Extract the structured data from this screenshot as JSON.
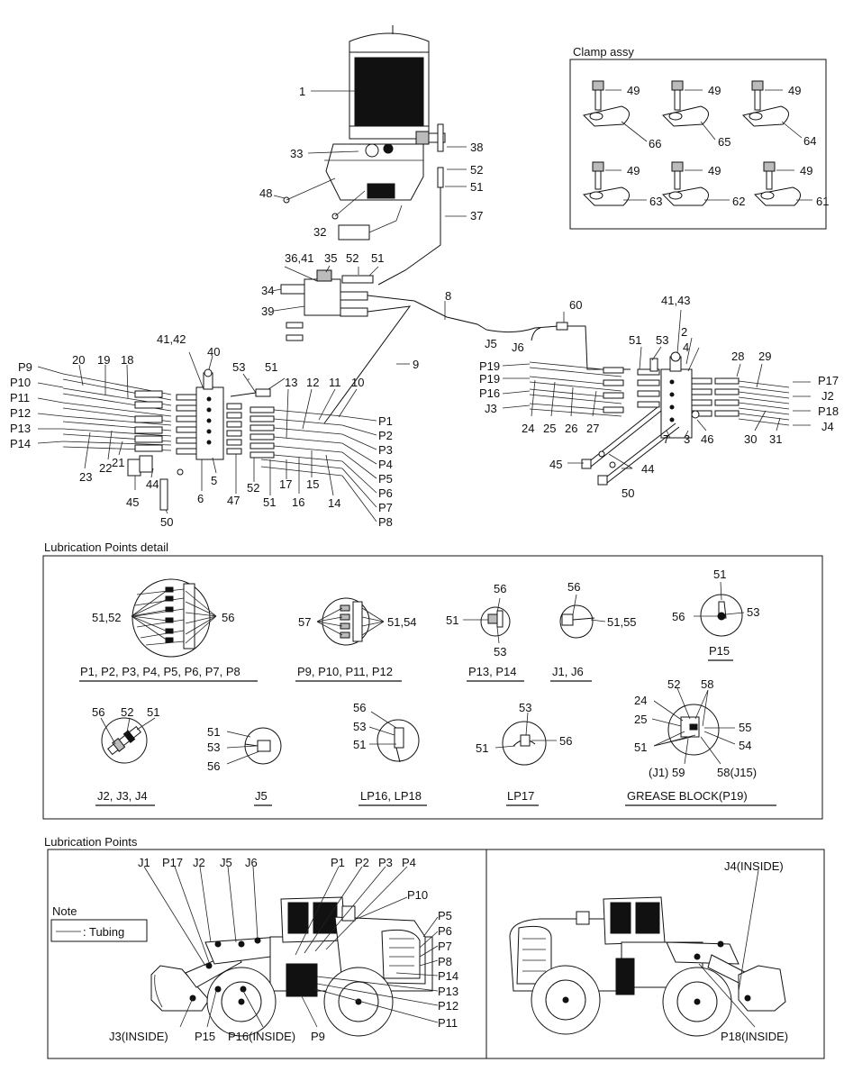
{
  "sections": {
    "clamp": "Clamp assy",
    "detail": "Lubrication Points detail",
    "points": "Lubrication Points"
  },
  "clamp_labels": {
    "b1": "49",
    "b2": "49",
    "b3": "49",
    "b4": "49",
    "b5": "49",
    "b6": "49",
    "c1": "66",
    "c2": "65",
    "c3": "64",
    "c4": "63",
    "c5": "62",
    "c6": "61"
  },
  "pump_labels": {
    "l1": "1",
    "l33": "33",
    "l38": "38",
    "l52a": "52",
    "l51a": "51",
    "l48": "48",
    "l37": "37",
    "l32": "32",
    "l3641": "36,41",
    "l35": "35",
    "l52b": "52",
    "l51b": "51",
    "l34": "34",
    "l39": "39",
    "l8": "8",
    "l9": "9",
    "lJ5": "J5"
  },
  "left_labels": {
    "lP9": "P9",
    "lP10": "P10",
    "lP11": "P11",
    "lP12": "P12",
    "lP13": "P13",
    "lP14": "P14",
    "l20": "20",
    "l19": "19",
    "l18": "18",
    "l4142": "41,42",
    "l40": "40",
    "l53": "53",
    "l51": "51",
    "l13": "13",
    "l12": "12",
    "l11": "11",
    "l10": "10",
    "lP1": "P1",
    "lP2": "P2",
    "lP3": "P3",
    "lP4": "P4",
    "lP5": "P5",
    "lP6": "P6",
    "lP7": "P7",
    "lP8": "P8",
    "l23": "23",
    "l22": "22",
    "l21": "21",
    "l5": "5",
    "l6": "6",
    "l47": "47",
    "l52": "52",
    "l51b": "51",
    "l17": "17",
    "l16": "16",
    "l15": "15",
    "l14": "14",
    "l44": "44",
    "l45": "45",
    "l50": "50"
  },
  "right_labels": {
    "l60": "60",
    "lJ6": "J6",
    "l4143": "41,43",
    "l2": "2",
    "l4": "4",
    "l51": "51",
    "l53": "53",
    "lP19a": "P19",
    "lP19b": "P19",
    "lP16": "P16",
    "lJ3": "J3",
    "l24": "24",
    "l25": "25",
    "l26": "26",
    "l27": "27",
    "l7": "7",
    "l3": "3",
    "l46": "46",
    "l28": "28",
    "l29": "29",
    "lP17": "P17",
    "lJ2": "J2",
    "lP18": "P18",
    "lJ4": "J4",
    "l30": "30",
    "l31": "31",
    "l45": "45",
    "l44": "44",
    "l50": "50"
  },
  "detail": {
    "d1_left": "51,52",
    "d1_right": "56",
    "d1_cap": "P1, P2, P3, P4, P5, P6, P7, P8",
    "d2_left": "57",
    "d2_right": "51,54",
    "d2_cap": "P9, P10, P11, P12",
    "d3_top": "56",
    "d3_left": "51",
    "d3_bottom": "53",
    "d3_cap": "P13, P14",
    "d4_top": "56",
    "d4_right": "51,55",
    "d4_cap": "J1, J6",
    "d5_top": "51",
    "d5_left": "56",
    "d5_right": "53",
    "d5_cap": "P15",
    "d6_a": "56",
    "d6_b": "52",
    "d6_c": "51",
    "d6_cap": "J2, J3, J4",
    "d7_a": "51",
    "d7_b": "53",
    "d7_c": "56",
    "d7_cap": "J5",
    "d8_a": "56",
    "d8_b": "53",
    "d8_c": "51",
    "d8_cap": "LP16, LP18",
    "d9_a": "53",
    "d9_b": "51",
    "d9_c": "56",
    "d9_cap": "LP17",
    "d10_a": "24",
    "d10_b": "25",
    "d10_c": "52",
    "d10_d": "58",
    "d10_e": "55",
    "d10_f": "51",
    "d10_g": "54",
    "d10_h": "(J1) 59",
    "d10_i": "58(J15)",
    "d10_cap": "GREASE BLOCK(P19)"
  },
  "points": {
    "note_title": "Note",
    "note_text": ": Tubing",
    "J1": "J1",
    "P17": "P17",
    "J2": "J2",
    "J5": "J5",
    "J6": "J6",
    "P1": "P1",
    "P2": "P2",
    "P3": "P3",
    "P4": "P4",
    "P10": "P10",
    "P5": "P5",
    "P6": "P6",
    "P7": "P7",
    "P8": "P8",
    "P14": "P14",
    "P13": "P13",
    "P12": "P12",
    "P11": "P11",
    "J3": "J3(INSIDE)",
    "P15": "P15",
    "P16": "P16(INSIDE)",
    "P9": "P9",
    "J4": "J4(INSIDE)",
    "P18": "P18(INSIDE)"
  }
}
